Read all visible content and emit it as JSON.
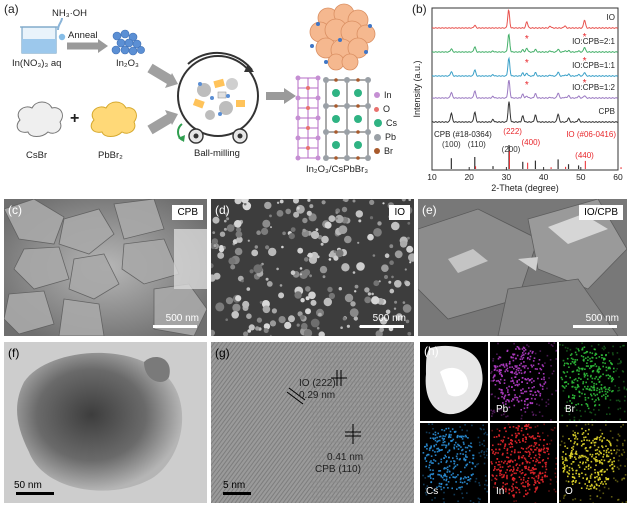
{
  "panel_labels": {
    "a": "(a)",
    "b": "(b)",
    "c": "(c)",
    "d": "(d)",
    "e": "(e)",
    "f": "(f)",
    "g": "(g)",
    "h": "(h)"
  },
  "scheme": {
    "nh3": "NH₃·OH",
    "anneal": "Anneal",
    "in_nitrate": "In(NO₃)₃ aq",
    "in2o3": "In₂O₃",
    "csbr": "CsBr",
    "plus": "+",
    "pbbr2": "PbBr₂",
    "ball_milling": "Ball-milling",
    "product": "In₂O₃/CsPbBr₃",
    "legend": [
      {
        "label": "In",
        "color": "#c58fd3"
      },
      {
        "label": "O",
        "color": "#e8716e"
      },
      {
        "label": "Cs",
        "color": "#2fb383"
      },
      {
        "label": "Pb",
        "color": "#9aa0a6"
      },
      {
        "label": "Br",
        "color": "#a85a2c"
      }
    ]
  },
  "xrd": {
    "ylabel": "Intensity (a.u.)",
    "xlabel": "2-Theta (degree)",
    "traces": [
      "IO",
      "IO:CPB=2:1",
      "IO:CPB=1:1",
      "IO:CPB=1:2",
      "CPB"
    ],
    "ref_cpb": "CPB (#18-0364)",
    "ref_io": "IO (#06-0416)",
    "peaks_cpb": [
      "(100)",
      "(110)",
      "(200)"
    ],
    "peaks_io": [
      "(222)",
      "(400)",
      "(440)"
    ]
  },
  "chart_data": {
    "type": "line",
    "xlabel": "2-Theta (degree)",
    "ylabel": "Intensity (a.u.)",
    "xlim": [
      10,
      60
    ],
    "xticks": [
      10,
      20,
      30,
      40,
      50,
      60
    ],
    "series": [
      {
        "name": "IO",
        "color": "#e8534f"
      },
      {
        "name": "IO:CPB=2:1",
        "color": "#45b06a"
      },
      {
        "name": "IO:CPB=1:1",
        "color": "#3aa0c8"
      },
      {
        "name": "IO:CPB=1:2",
        "color": "#9b7ac2"
      },
      {
        "name": "CPB",
        "color": "#333333"
      }
    ],
    "reference_lines": {
      "CPB (#18-0364)": [
        15.2,
        21.5,
        26.4,
        30.7,
        34.4,
        37.8,
        43.9,
        46.7,
        49.4
      ],
      "IO (#06-0416)": [
        21.5,
        30.6,
        35.5,
        41.8,
        45.7,
        51.0,
        60.6
      ]
    },
    "peak_labels": [
      {
        "label": "(100)",
        "x": 15.2
      },
      {
        "label": "(110)",
        "x": 21.5
      },
      {
        "label": "(222)",
        "x": 30.6
      },
      {
        "label": "(200)",
        "x": 30.7
      },
      {
        "label": "(400)",
        "x": 35.5
      },
      {
        "label": "(440)",
        "x": 51.0
      }
    ]
  },
  "sem": {
    "c": {
      "tag": "CPB",
      "scale": "500 nm"
    },
    "d": {
      "tag": "IO",
      "scale": "500 nm"
    },
    "e": {
      "tag": "IO/CPB",
      "scale": "500 nm"
    }
  },
  "tem": {
    "f": {
      "scale": "50 nm"
    },
    "g": {
      "scale": "5 nm",
      "io_plane": "IO (222)",
      "io_d": "0.29 nm",
      "cpb_d": "0.41 nm",
      "cpb_plane": "CPB (110)"
    }
  },
  "eds": {
    "maps": [
      {
        "label": "",
        "color": "#ffffff"
      },
      {
        "label": "Pb",
        "color": "#b43cc8"
      },
      {
        "label": "Br",
        "color": "#2fbf3a"
      },
      {
        "label": "Cs",
        "color": "#2a8fd8"
      },
      {
        "label": "In",
        "color": "#e8262b"
      },
      {
        "label": "O",
        "color": "#e2d82a"
      }
    ]
  }
}
